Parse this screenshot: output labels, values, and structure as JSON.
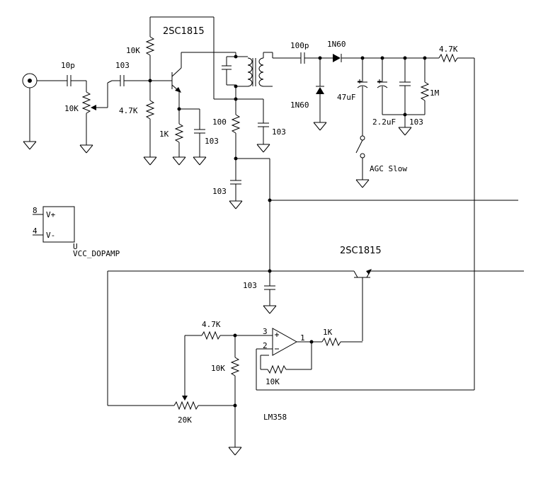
{
  "labels": {
    "c_in": "10p",
    "pot_in": "10K",
    "c_103a": "103",
    "r_10k_top": "10K",
    "r_47k_bias": "4.7K",
    "q1": "2SC1815",
    "r_1k_e": "1K",
    "c_103_e": "103",
    "r_100": "100",
    "c_103_col": "103",
    "c_103_dec": "103",
    "c_100p": "100p",
    "d_series": "1N60",
    "d_shunt": "1N60",
    "c_47uf": "47uF",
    "c_22uf": "2.2uF",
    "c_103_det": "103",
    "r_1m": "1M",
    "r_47k_out": "4.7K",
    "agc_switch": "AGC Slow",
    "opamp_pin_vplus": "8",
    "opamp_pin_vminus": "4",
    "opamp_vplus": "V+",
    "opamp_vminus": "V-",
    "opamp_u": "U",
    "opamp_part": "VCC_DOPAMP",
    "q2": "2SC1815",
    "c_103_mid": "103",
    "r_47k_fb": "4.7K",
    "r_10k_div": "10K",
    "pin3": "3",
    "pin2": "2",
    "pin1": "1",
    "r_1k_out": "1K",
    "r_10k_fb": "10K",
    "pot_20k": "20K",
    "lm358": "LM358"
  }
}
